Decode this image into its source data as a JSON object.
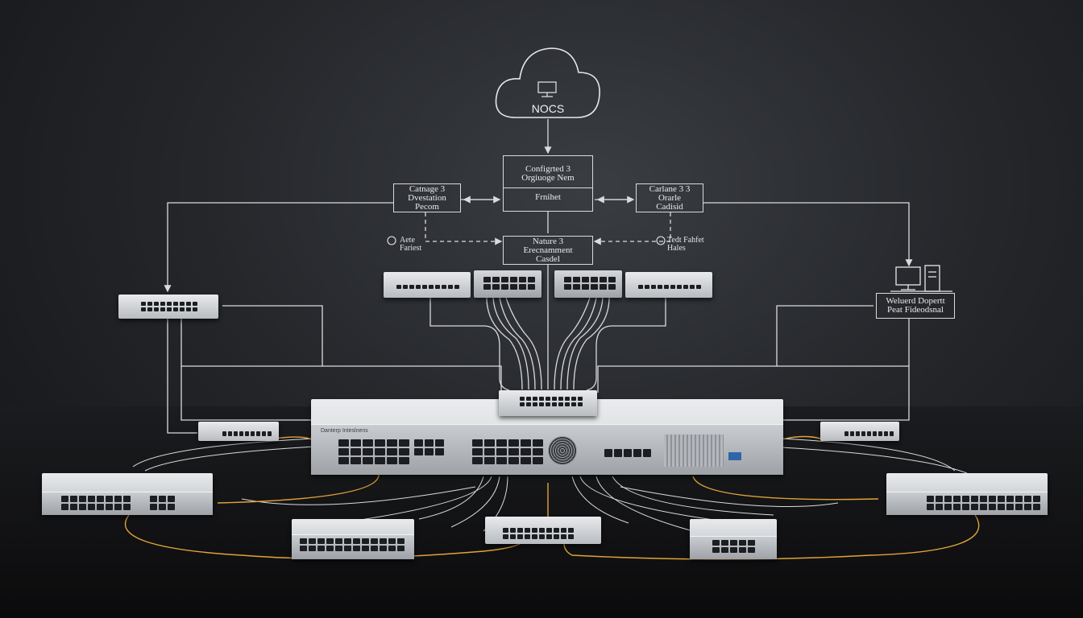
{
  "cloud": {
    "label": "NOCS",
    "icon": "server-monitor-icon"
  },
  "boxes": {
    "config": {
      "line1": "Configrted 3",
      "line2": "Orgiuoge Nem",
      "line3": "Frnihet"
    },
    "left": {
      "line1": "Catnage 3",
      "line2": "Dvestation",
      "line3": "Pecom"
    },
    "right": {
      "line1": "Carlane 3 3",
      "line2": "Orarle",
      "line3": "Cadisid"
    },
    "mid": {
      "line1": "Nature 3",
      "line2": "Erecnamment",
      "line3": "Casdel"
    },
    "workstation": {
      "line1": "Weluerd Dopertt",
      "line2": "Peat Fideodsnal"
    }
  },
  "labels": {
    "left_side": {
      "line1": "Aete",
      "line2": "Fariest"
    },
    "right_side": {
      "line1": "Tedt Fahfet",
      "line2": "Hales"
    }
  },
  "core_switch": {
    "label": "Danterp Inteslnens"
  },
  "colors": {
    "line": "#d9dbde",
    "accent_cable": "#e0a33a",
    "device": "#d4d6d9"
  }
}
